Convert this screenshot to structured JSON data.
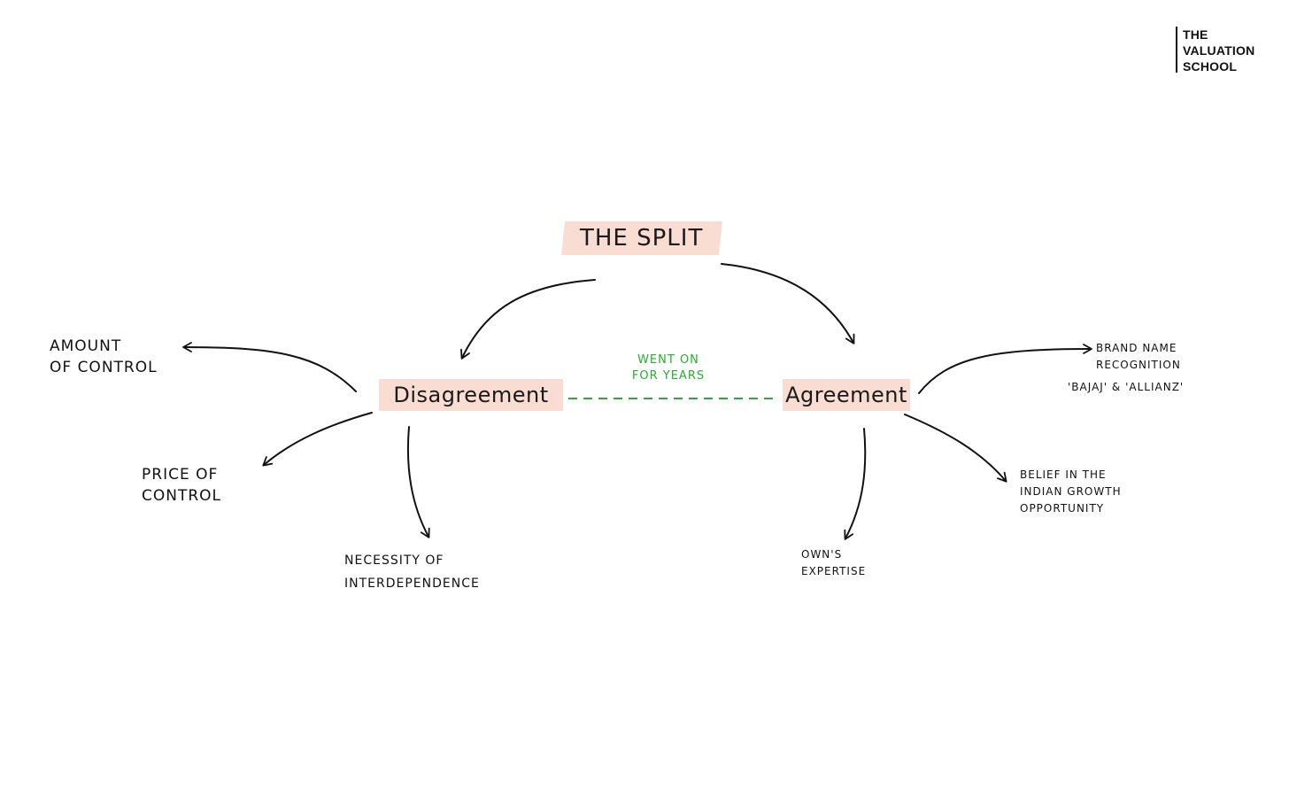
{
  "brand": {
    "logo_lines": [
      "THE",
      "VALUATION",
      "SCHOOL"
    ]
  },
  "diagram": {
    "root": "THE SPLIT",
    "branches": {
      "disagreement": {
        "label": "Disagreement",
        "leaves": {
          "amount_of_control": [
            "AMOUNT",
            "OF CONTROL"
          ],
          "price_of_control": [
            "PRICE OF",
            "CONTROL"
          ],
          "necessity": [
            "NECESSITY OF",
            "INTERDEPENDENCE"
          ]
        }
      },
      "agreement": {
        "label": "Agreement",
        "leaves": {
          "brand_name": [
            "BRAND NAME",
            "RECOGNITION",
            "'BAJAJ' & 'ALLIANZ'"
          ],
          "belief": [
            "BELIEF IN THE",
            "INDIAN GROWTH",
            "OPPORTUNITY"
          ],
          "own_expertise": [
            "OWN'S",
            "EXPERTISE"
          ]
        }
      }
    },
    "link_label": [
      "WENT ON",
      "FOR YEARS"
    ]
  },
  "colors": {
    "highlight": "#f9ddd3",
    "link": "#22b22a",
    "ink": "#111111"
  }
}
